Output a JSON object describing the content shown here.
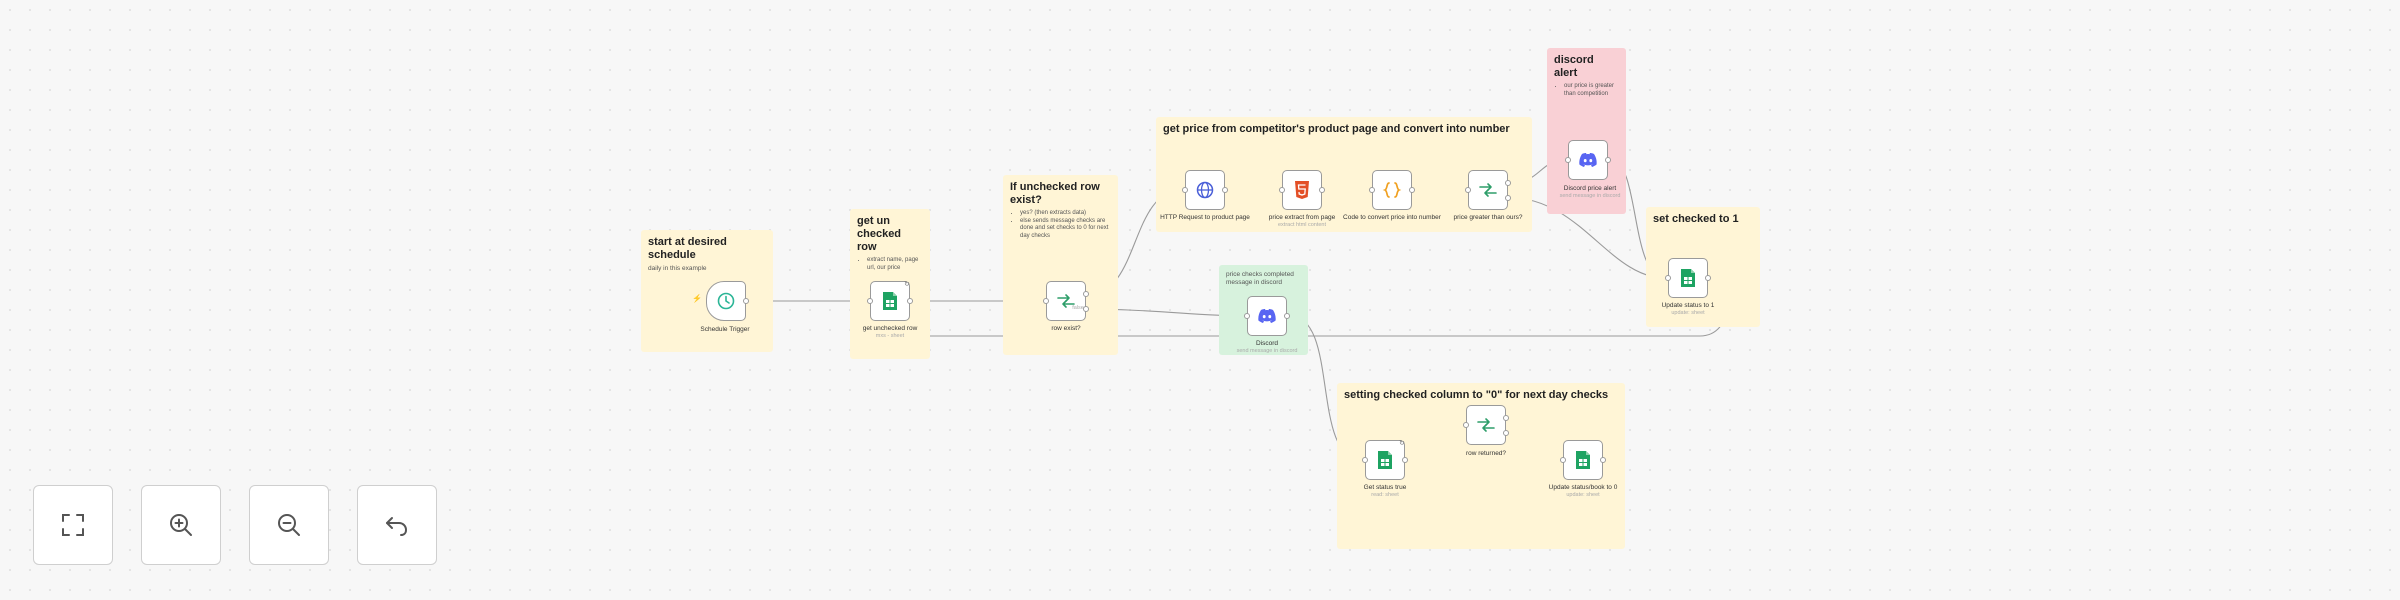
{
  "stickies": {
    "start": {
      "title": "start at desired schedule",
      "sub": "daily in this example"
    },
    "getun": {
      "title": "get un checked row",
      "bullets": [
        "extract name, page url, our price"
      ]
    },
    "ifunchecked": {
      "title": "If unchecked row exist?",
      "bullets": [
        "yes? (then extracts data)",
        "else sends message checks are done and set checks to 0 for next day checks"
      ]
    },
    "getprice": {
      "title": "get price from competitor's product page and convert into number"
    },
    "discordalert": {
      "title": "discord alert",
      "bullets": [
        "our price is greater than competition"
      ]
    },
    "setchecked": {
      "title": "set checked to 1"
    },
    "pricechecks": {
      "title": "price checks completed message in discord"
    },
    "settingchecked": {
      "title": "setting checked column to \"0\" for next day checks"
    }
  },
  "nodes": {
    "schedule": {
      "label": "Schedule Trigger",
      "sub": ""
    },
    "getunchecked": {
      "label": "get unchecked row",
      "sub": "mxs - sheet"
    },
    "rowexist": {
      "label": "row exist?",
      "sub": ""
    },
    "http": {
      "label": "HTTP Request to product page",
      "sub": ""
    },
    "extract": {
      "label": "price extract from page",
      "sub": "extract html content"
    },
    "code": {
      "label": "Code to convert price into number",
      "sub": ""
    },
    "greater": {
      "label": "price greater than ours?",
      "sub": ""
    },
    "discordprice": {
      "label": "Discord price alert",
      "sub": "send message in discord"
    },
    "updatechecked": {
      "label": "Update status to 1",
      "sub": "update: sheet"
    },
    "discord": {
      "label": "Discord",
      "sub": "send message in discord"
    },
    "getrows": {
      "label": "Get status true",
      "sub": "read: sheet"
    },
    "rowreturned": {
      "label": "row returned?",
      "sub": ""
    },
    "updatebook": {
      "label": "Update status/book to 0",
      "sub": "update: sheet"
    }
  },
  "edge_labels": {
    "rowexist_false": "false"
  },
  "controls": {
    "fit": "fit-view",
    "zoomin": "zoom-in",
    "zoomout": "zoom-out",
    "reset": "reset-zoom"
  },
  "colors": {
    "sheets_green": "#1ea362",
    "http_blue": "#4a5fd8",
    "html_red": "#e34f26",
    "code_orange": "#f0a020",
    "if_green": "#2e9e6a",
    "discord": "#5865f2",
    "schedule_green": "#2bb596",
    "edge": "#9a9a9a"
  }
}
